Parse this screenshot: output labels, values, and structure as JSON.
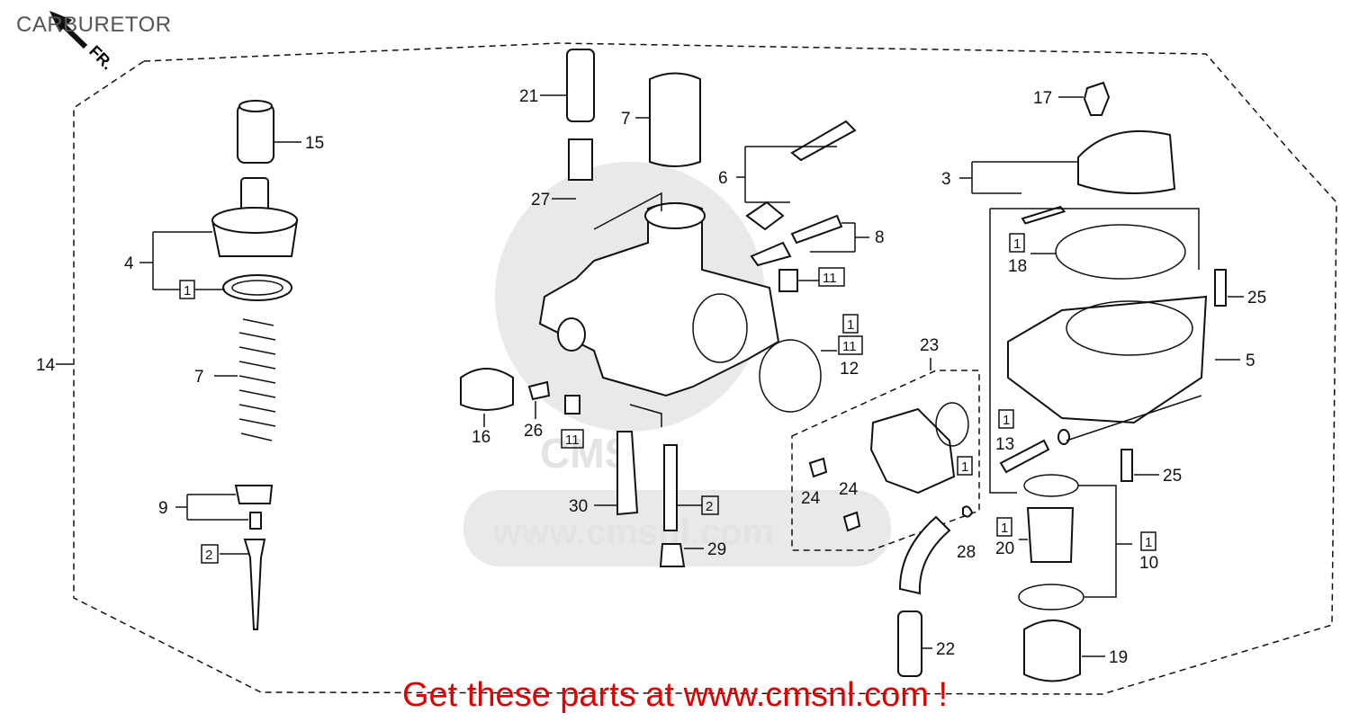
{
  "title": "CARBURETOR",
  "direction_label": "FR.",
  "watermark": "www.cmsnl.com",
  "watermark_logo": "CMS",
  "footer_text": "Get these parts at www.cmsnl.com !",
  "colors": {
    "footer": "#e00000",
    "title": "#555555",
    "line": "#111111",
    "watermark": "#e6e6e6"
  },
  "callouts": {
    "c21": "21",
    "c7a": "7",
    "c6": "6",
    "c27": "27",
    "c8": "8",
    "c11a": "11",
    "c17": "17",
    "c3": "3",
    "c18": "18",
    "c18box": "1",
    "c25a": "25",
    "c5": "5",
    "c15": "15",
    "c4": "4",
    "c4box": "1",
    "c14": "14",
    "c7b": "7",
    "c9": "9",
    "c2box": "2",
    "c1box": "1",
    "c11box": "11",
    "c12": "12",
    "c16": "16",
    "c26": "26",
    "c11c": "11",
    "c23": "23",
    "c1d": "1",
    "c24a": "24",
    "c24b": "24",
    "c28": "28",
    "c13box": "1",
    "c13": "13",
    "c25b": "25",
    "c30": "30",
    "c2b": "2",
    "c29": "29",
    "c20box": "1",
    "c20": "20",
    "c10box": "1",
    "c10": "10",
    "c22": "22",
    "c19": "19"
  }
}
